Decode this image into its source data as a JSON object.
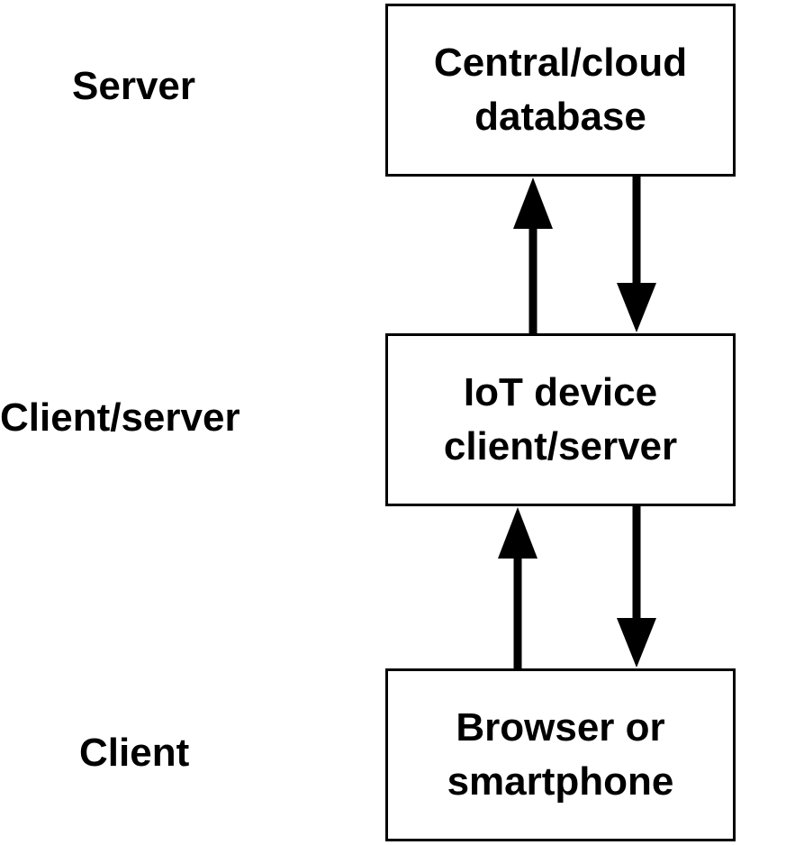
{
  "tiers": {
    "server": "Server",
    "client_server": "Client/server",
    "client": "Client"
  },
  "boxes": {
    "database": {
      "line1": "Central/cloud",
      "line2": "database"
    },
    "iot_device": {
      "line1": "IoT device",
      "line2": "client/server"
    },
    "browser": {
      "line1": "Browser or",
      "line2": "smartphone"
    }
  },
  "colors": {
    "stroke": "#000000",
    "background": "#ffffff"
  }
}
